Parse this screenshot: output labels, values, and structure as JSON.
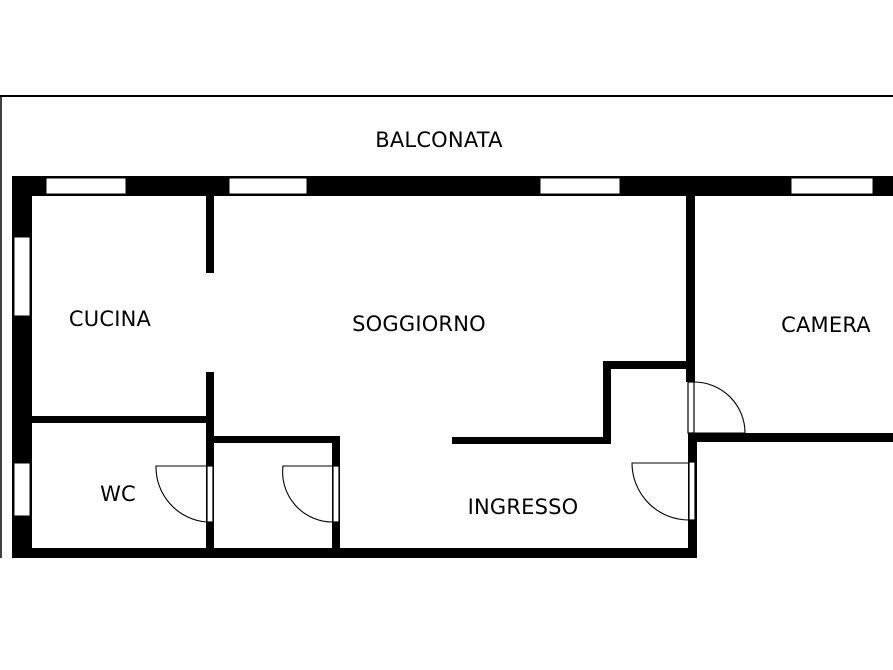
{
  "rooms": {
    "balconata": "BALCONATA",
    "cucina": "CUCINA",
    "soggiorno": "SOGGIORNO",
    "camera": "CAMERA",
    "wc": "WC",
    "ingresso": "INGRESSO"
  },
  "colors": {
    "wall": "#000000",
    "background": "#ffffff"
  }
}
